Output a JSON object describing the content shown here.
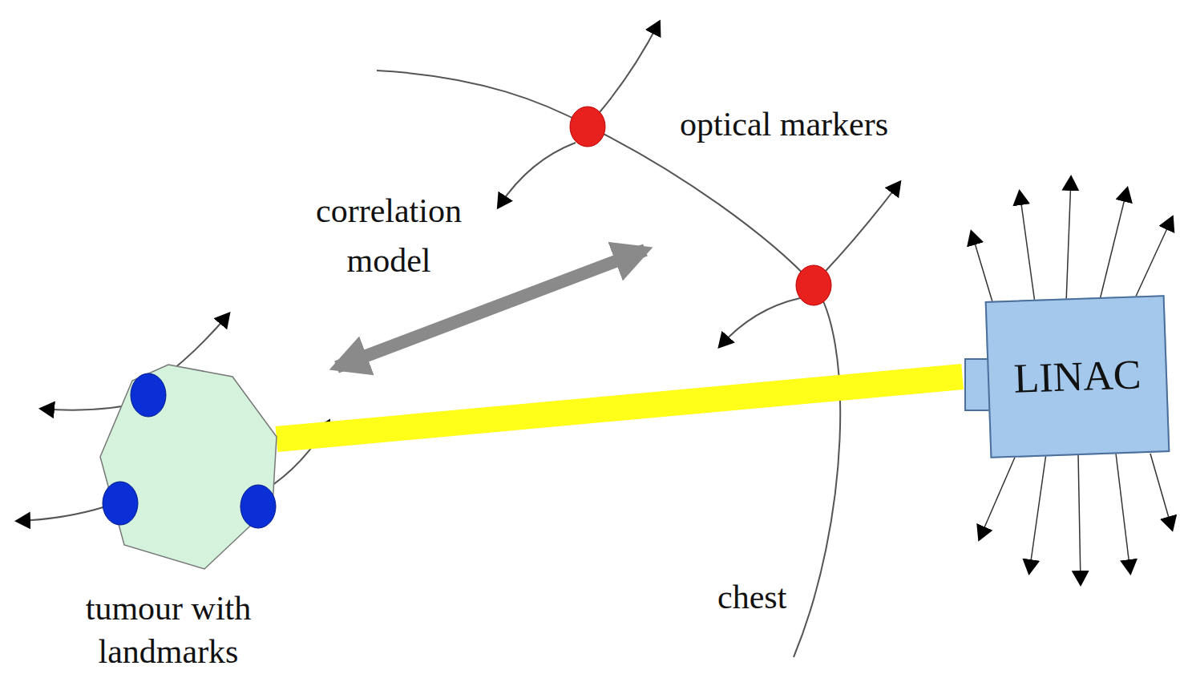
{
  "diagram": {
    "nodes": [
      {
        "text": [
          "tumour with landmarks"
        ]
      },
      {
        "text": [
          "LINAC"
        ]
      }
    ],
    "edges": [
      {
        "from": 1,
        "to": 0,
        "arrow": "none"
      }
    ],
    "labels": [
      "optical markers",
      "correlation model",
      "chest"
    ]
  }
}
